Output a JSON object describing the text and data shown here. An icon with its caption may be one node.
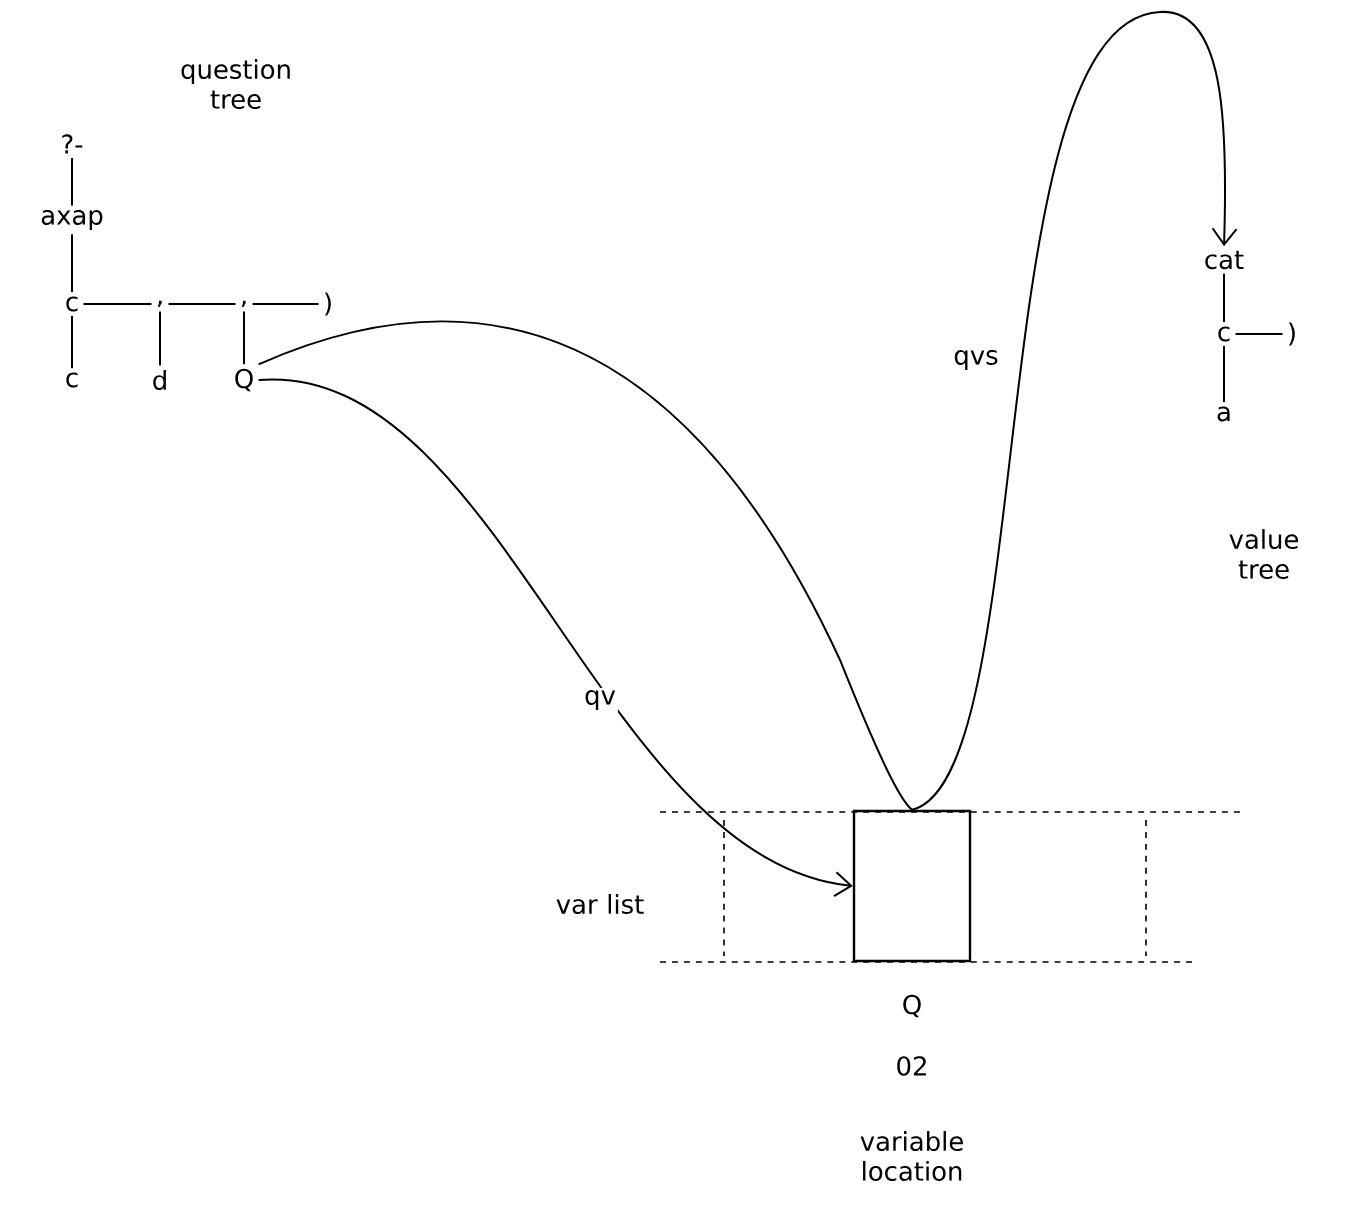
{
  "diagram": {
    "nodes": [
      {
        "text": [
          "?-"
        ]
      },
      {
        "text": [
          "axap"
        ]
      },
      {
        "text": [
          "c"
        ]
      },
      {
        "text": [
          ","
        ]
      },
      {
        "text": [
          ","
        ]
      },
      {
        "text": [
          ")"
        ]
      },
      {
        "text": [
          "c"
        ]
      },
      {
        "text": [
          "d"
        ]
      },
      {
        "text": [
          "Q"
        ]
      },
      {
        "text": [],
        "shape": "box",
        "beside": [
          "Q",
          "02",
          "variable location"
        ]
      },
      {
        "text": [
          "cat"
        ]
      },
      {
        "text": [
          "c"
        ]
      },
      {
        "text": [
          ")"
        ]
      },
      {
        "text": [
          "a"
        ]
      }
    ],
    "edges": [
      {
        "from": 0,
        "to": 1,
        "arrow": "none"
      },
      {
        "from": 1,
        "to": 2,
        "arrow": "none"
      },
      {
        "from": 2,
        "to": 3,
        "arrow": "none"
      },
      {
        "from": 3,
        "to": 4,
        "arrow": "none"
      },
      {
        "from": 4,
        "to": 5,
        "arrow": "none"
      },
      {
        "from": 2,
        "to": 6,
        "arrow": "none"
      },
      {
        "from": 3,
        "to": 7,
        "arrow": "none"
      },
      {
        "from": 4,
        "to": 8,
        "arrow": "none"
      },
      {
        "from": 8,
        "to": 9,
        "arrow": "to",
        "label": "qv"
      },
      {
        "from": 8,
        "to": 9,
        "arrow": "none"
      },
      {
        "from": 9,
        "to": 10,
        "arrow": "to",
        "label": "qvs"
      },
      {
        "from": 10,
        "to": 11,
        "arrow": "none"
      },
      {
        "from": 11,
        "to": 12,
        "arrow": "none"
      },
      {
        "from": 11,
        "to": 13,
        "arrow": "none"
      }
    ],
    "labels": [
      "question tree",
      "value tree",
      "var list"
    ]
  }
}
